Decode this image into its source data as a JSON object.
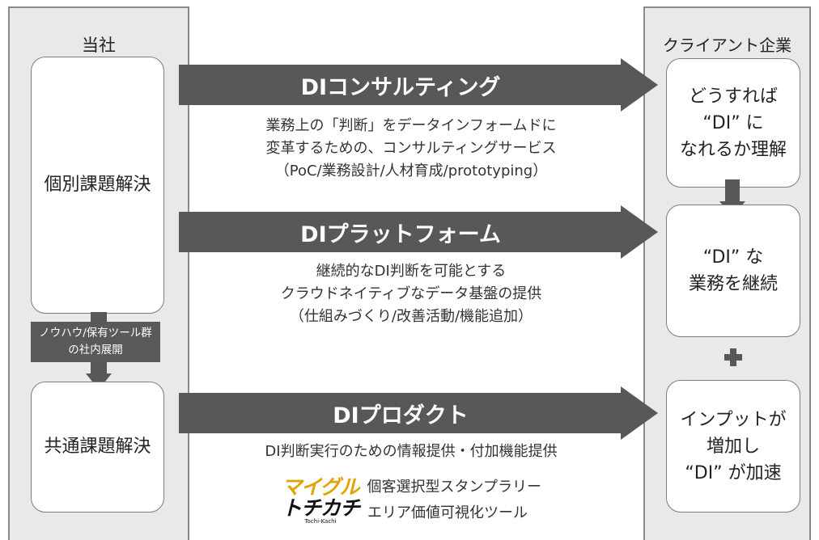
{
  "company": {
    "title": "当社",
    "individual_box": "個別課題解決",
    "knowhow_label": "ノウハウ/保有ツール群の社内展開",
    "common_box": "共通課題解決"
  },
  "client": {
    "title": "クライアント企業",
    "box1": "どうすれば\n“DI” に\nなれるか理解",
    "box2": "“DI” な\n業務を継続",
    "box3": "インプットが\n増加し\n“DI” が加速"
  },
  "services": [
    {
      "title": "DIコンサルティング",
      "desc": "業務上の「判断」をデータインフォームドに\n変革するための、コンサルティングサービス\n（PoC/業務設計/人材育成/prototyping）"
    },
    {
      "title": "DIプラットフォーム",
      "desc": "継続的なDI判断を可能とする\nクラウドネイティブなデータ基盤の提供\n（仕組みづくり/改善活動/機能追加）"
    },
    {
      "title": "DIプロダクト",
      "desc": "DI判断実行のための情報提供・付加機能提供"
    }
  ],
  "products": [
    {
      "logo": "マイグル",
      "desc": "個客選択型スタンプラリー"
    },
    {
      "logo": "トチカチ",
      "logo_sub": "Tochi-Kachi",
      "desc": "エリア価値可視化ツール"
    }
  ],
  "colors": {
    "arrow": "#585858",
    "panel_bg": "#e9e9e9",
    "logo_maiguru": "#e0a300"
  }
}
